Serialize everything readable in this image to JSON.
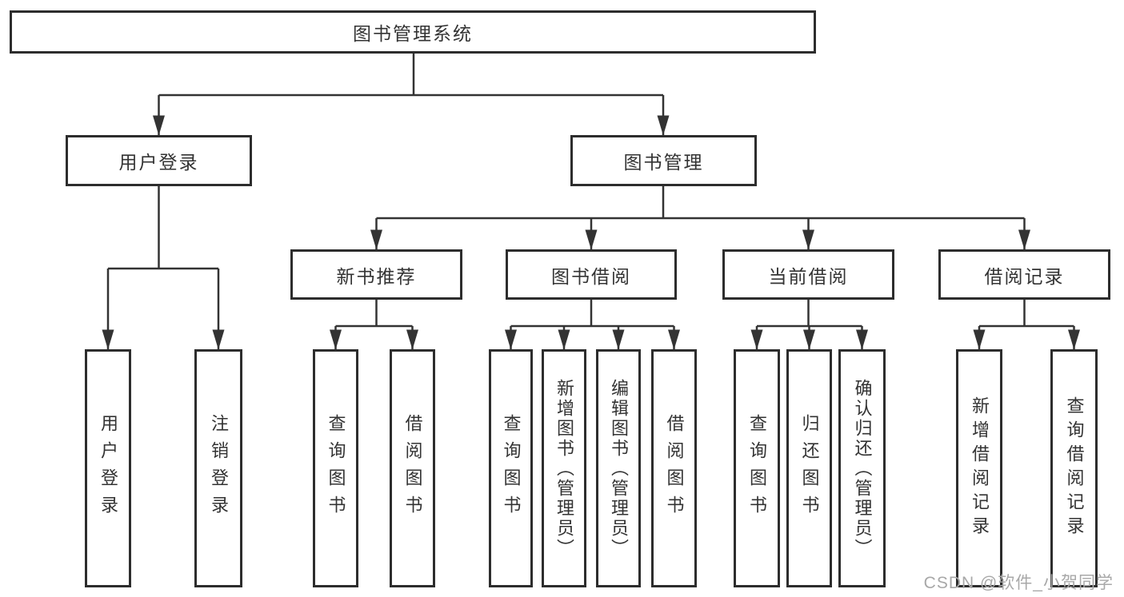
{
  "diagram_title": "图书管理系统",
  "tree": {
    "root": {
      "label": "图书管理系统"
    },
    "branches": [
      {
        "label": "用户登录",
        "children": [
          {
            "label": "用户登录"
          },
          {
            "label": "注销登录"
          }
        ]
      },
      {
        "label": "图书管理",
        "children": [
          {
            "label": "新书推荐",
            "children": [
              {
                "label": "查询图书"
              },
              {
                "label": "借阅图书"
              }
            ]
          },
          {
            "label": "图书借阅",
            "children": [
              {
                "label": "查询图书"
              },
              {
                "label": "新增图书（管理员）"
              },
              {
                "label": "编辑图书（管理员）"
              },
              {
                "label": "借阅图书"
              }
            ]
          },
          {
            "label": "当前借阅",
            "children": [
              {
                "label": "查询图书"
              },
              {
                "label": "归还图书"
              },
              {
                "label": "确认归还（管理员）"
              }
            ]
          },
          {
            "label": "借阅记录",
            "children": [
              {
                "label": "新增借阅记录"
              },
              {
                "label": "查询借阅记录"
              }
            ]
          }
        ]
      }
    ]
  },
  "watermark": "CSDN @软件_小贺同学",
  "colors": {
    "line": "#333333",
    "border": "#2d2d2d",
    "text": "#333333",
    "background": "#ffffff",
    "watermark": "#a8a8a8"
  }
}
